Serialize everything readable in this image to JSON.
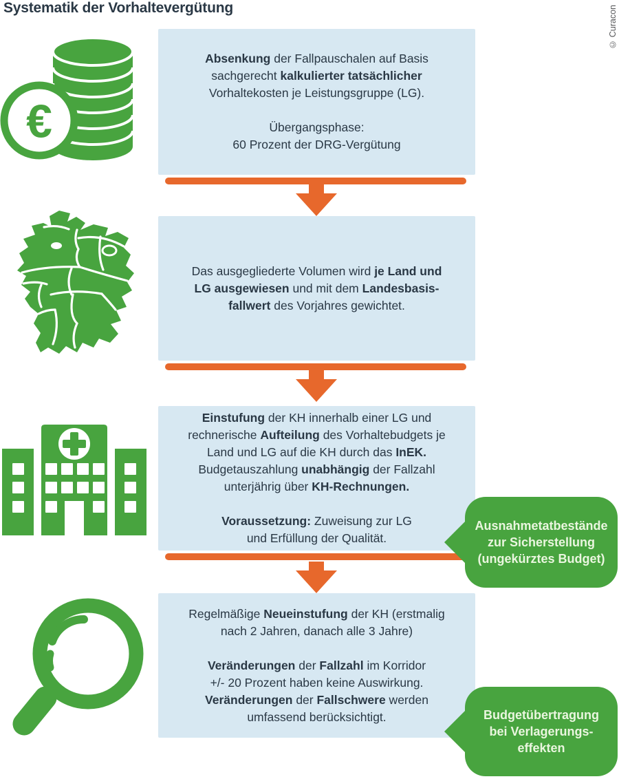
{
  "title": "Systematik der Vorhaltevergütung",
  "credit": "© Curacon",
  "colors": {
    "green": "#48a43f",
    "orange": "#e7682c",
    "box": "#d7e8f2",
    "ink": "#2a3845",
    "bubble-ink": "#eaf6df",
    "credit": "#58595b"
  },
  "steps": [
    {
      "icon": "euro-coins-icon",
      "paragraphs": [
        [
          [
            {
              "t": "Absenkung",
              "b": 1
            },
            {
              "t": " der Fallpauschalen auf Basis",
              "b": 0
            }
          ],
          [
            {
              "t": "sachgerecht ",
              "b": 0
            },
            {
              "t": "kalkulierter tatsächlicher",
              "b": 1
            }
          ],
          [
            {
              "t": "Vorhaltekosten je Leistungsgruppe (LG).",
              "b": 0
            }
          ]
        ],
        [
          [
            {
              "t": "Übergangsphase:",
              "b": 0
            }
          ],
          [
            {
              "t": "60 Prozent der DRG-Vergütung",
              "b": 0
            }
          ]
        ]
      ]
    },
    {
      "icon": "germany-map-icon",
      "paragraphs": [
        [
          [
            {
              "t": "Das ausgegliederte Volumen wird ",
              "b": 0
            },
            {
              "t": "je Land und",
              "b": 1
            }
          ],
          [
            {
              "t": "LG ausgewiesen",
              "b": 1
            },
            {
              "t": " und mit dem ",
              "b": 0
            },
            {
              "t": "Landesbasis-",
              "b": 1
            }
          ],
          [
            {
              "t": "fallwert",
              "b": 1
            },
            {
              "t": " des Vorjahres gewichtet.",
              "b": 0
            }
          ]
        ]
      ]
    },
    {
      "icon": "hospital-icon",
      "paragraphs": [
        [
          [
            {
              "t": "Einstufung",
              "b": 1
            },
            {
              "t": " der KH innerhalb einer LG und",
              "b": 0
            }
          ],
          [
            {
              "t": "rechnerische ",
              "b": 0
            },
            {
              "t": "Aufteilung",
              "b": 1
            },
            {
              "t": " des Vorhaltebudgets je",
              "b": 0
            }
          ],
          [
            {
              "t": "Land und LG auf die KH durch das ",
              "b": 0
            },
            {
              "t": "InEK.",
              "b": 1
            }
          ],
          [
            {
              "t": "Budgetauszahlung ",
              "b": 0
            },
            {
              "t": "unabhängig",
              "b": 1
            },
            {
              "t": " der Fallzahl",
              "b": 0
            }
          ],
          [
            {
              "t": "unterjährig über ",
              "b": 0
            },
            {
              "t": "KH-Rechnungen.",
              "b": 1
            }
          ]
        ],
        [
          [
            {
              "t": "Voraussetzung:",
              "b": 1
            },
            {
              "t": " Zuweisung zur LG",
              "b": 0
            }
          ],
          [
            {
              "t": "und Erfüllung der Qualität.",
              "b": 0
            }
          ]
        ]
      ]
    },
    {
      "icon": "magnifier-icon",
      "paragraphs": [
        [
          [
            {
              "t": "Regelmäßige ",
              "b": 0
            },
            {
              "t": "Neueinstufung",
              "b": 1
            },
            {
              "t": " der KH (erstmalig",
              "b": 0
            }
          ],
          [
            {
              "t": "nach 2 Jahren, danach alle 3 Jahre)",
              "b": 0
            }
          ]
        ],
        [
          [
            {
              "t": "Veränderungen",
              "b": 1
            },
            {
              "t": " der ",
              "b": 0
            },
            {
              "t": "Fallzahl",
              "b": 1
            },
            {
              "t": " im Korridor",
              "b": 0
            }
          ],
          [
            {
              "t": "+/- 20 Prozent haben keine Auswirkung.",
              "b": 0
            }
          ],
          [
            {
              "t": "Veränderungen",
              "b": 1
            },
            {
              "t": " der ",
              "b": 0
            },
            {
              "t": "Fallschwere",
              "b": 1
            },
            {
              "t": " werden",
              "b": 0
            }
          ],
          [
            {
              "t": "umfassend berücksichtigt.",
              "b": 0
            }
          ]
        ]
      ]
    }
  ],
  "bubbles": [
    {
      "lines": [
        "Ausnahmetatbestände",
        "zur Sicherstellung",
        "(ungekürztes Budget)"
      ]
    },
    {
      "lines": [
        "Budgetübertragung",
        "bei Verlagerungs-",
        "effekten"
      ]
    }
  ]
}
